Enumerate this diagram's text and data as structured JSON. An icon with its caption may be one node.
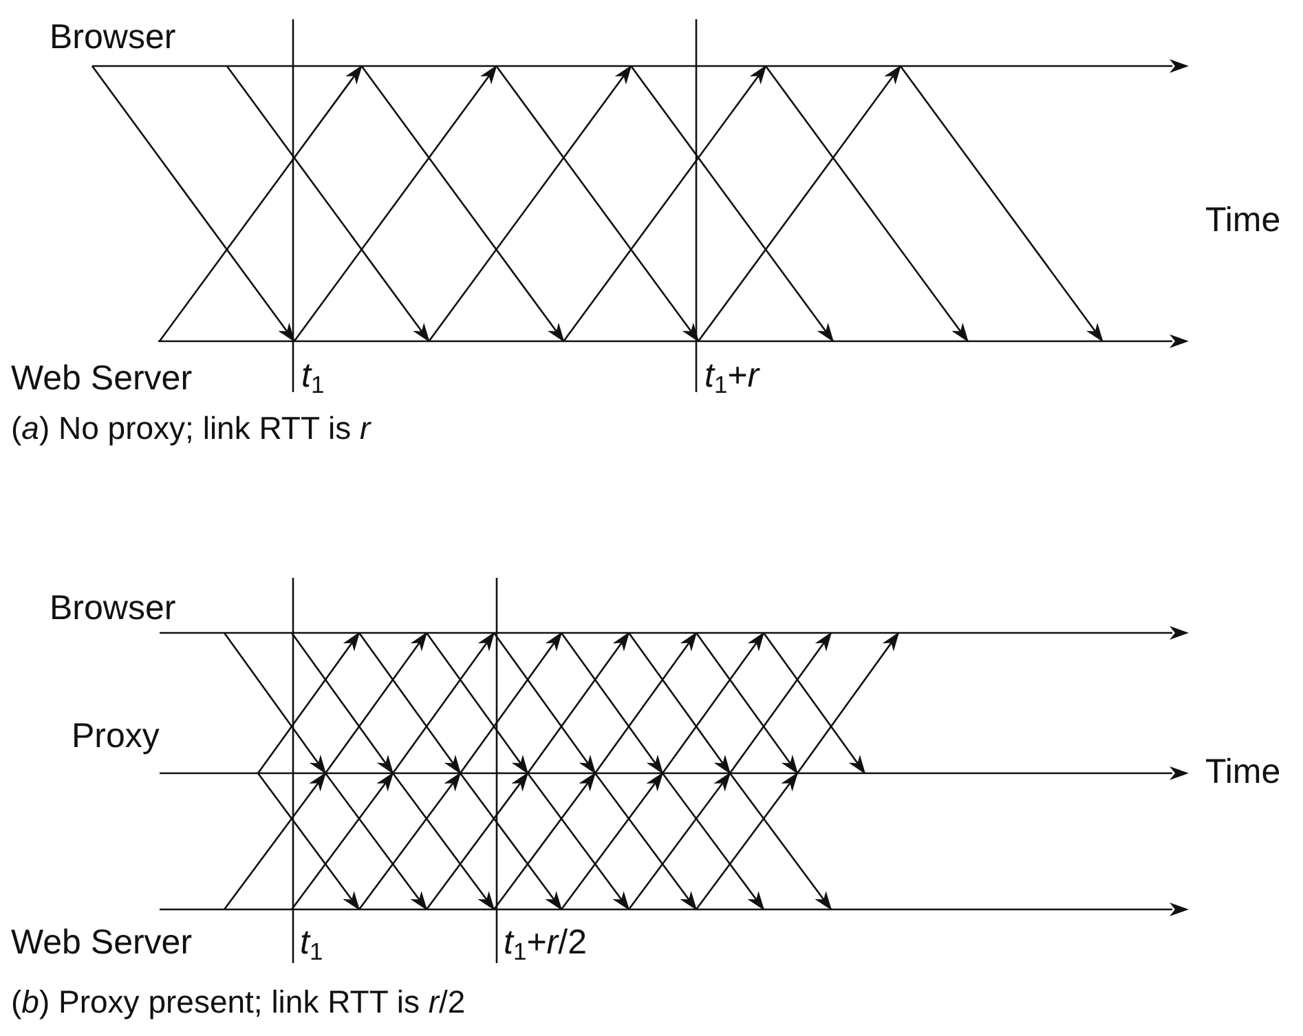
{
  "diagram": {
    "nodes": [
      {
        "text": [
          "Browser"
        ]
      },
      {
        "text": [
          "Web Server"
        ]
      },
      {
        "text": [
          "Browser"
        ]
      },
      {
        "text": [
          "Proxy"
        ]
      },
      {
        "text": [
          "Web Server"
        ]
      }
    ],
    "edges": [
      {
        "from": 0,
        "to": 1,
        "arrow": "to"
      },
      {
        "from": 0,
        "to": 1,
        "arrow": "to"
      },
      {
        "from": 0,
        "to": 1,
        "arrow": "to"
      },
      {
        "from": 0,
        "to": 1,
        "arrow": "to"
      },
      {
        "from": 0,
        "to": 1,
        "arrow": "to"
      },
      {
        "from": 0,
        "to": 1,
        "arrow": "to"
      },
      {
        "from": 0,
        "to": 1,
        "arrow": "to"
      },
      {
        "from": 1,
        "to": 0,
        "arrow": "to"
      },
      {
        "from": 1,
        "to": 0,
        "arrow": "to"
      },
      {
        "from": 1,
        "to": 0,
        "arrow": "to"
      },
      {
        "from": 1,
        "to": 0,
        "arrow": "to"
      },
      {
        "from": 1,
        "to": 0,
        "arrow": "to"
      },
      {
        "from": 2,
        "to": 3,
        "arrow": "to"
      },
      {
        "from": 2,
        "to": 3,
        "arrow": "to"
      },
      {
        "from": 2,
        "to": 3,
        "arrow": "to"
      },
      {
        "from": 2,
        "to": 3,
        "arrow": "to"
      },
      {
        "from": 2,
        "to": 3,
        "arrow": "to"
      },
      {
        "from": 2,
        "to": 3,
        "arrow": "to"
      },
      {
        "from": 2,
        "to": 3,
        "arrow": "to"
      },
      {
        "from": 2,
        "to": 3,
        "arrow": "to"
      },
      {
        "from": 2,
        "to": 3,
        "arrow": "to"
      },
      {
        "from": 3,
        "to": 2,
        "arrow": "to"
      },
      {
        "from": 3,
        "to": 2,
        "arrow": "to"
      },
      {
        "from": 3,
        "to": 2,
        "arrow": "to"
      },
      {
        "from": 3,
        "to": 2,
        "arrow": "to"
      },
      {
        "from": 3,
        "to": 2,
        "arrow": "to"
      },
      {
        "from": 3,
        "to": 2,
        "arrow": "to"
      },
      {
        "from": 3,
        "to": 2,
        "arrow": "to"
      },
      {
        "from": 3,
        "to": 2,
        "arrow": "to"
      },
      {
        "from": 3,
        "to": 2,
        "arrow": "to"
      },
      {
        "from": 3,
        "to": 4,
        "arrow": "to"
      },
      {
        "from": 3,
        "to": 4,
        "arrow": "to"
      },
      {
        "from": 3,
        "to": 4,
        "arrow": "to"
      },
      {
        "from": 3,
        "to": 4,
        "arrow": "to"
      },
      {
        "from": 3,
        "to": 4,
        "arrow": "to"
      },
      {
        "from": 3,
        "to": 4,
        "arrow": "to"
      },
      {
        "from": 3,
        "to": 4,
        "arrow": "to"
      },
      {
        "from": 3,
        "to": 4,
        "arrow": "to"
      },
      {
        "from": 4,
        "to": 3,
        "arrow": "to"
      },
      {
        "from": 4,
        "to": 3,
        "arrow": "to"
      },
      {
        "from": 4,
        "to": 3,
        "arrow": "to"
      },
      {
        "from": 4,
        "to": 3,
        "arrow": "to"
      },
      {
        "from": 4,
        "to": 3,
        "arrow": "to"
      },
      {
        "from": 4,
        "to": 3,
        "arrow": "to"
      },
      {
        "from": 4,
        "to": 3,
        "arrow": "to"
      },
      {
        "from": 4,
        "to": 3,
        "arrow": "to"
      }
    ],
    "labels": [
      "Time",
      "*t*$_{1}$",
      "*t*$_{1}$+*r*",
      "(*a*) No proxy; link RTT is *r*",
      "Time",
      "*t*$_{1}$",
      "*t*$_{1}$+*r*/2",
      "(*b*) Proxy present; link RTT is *r*/2"
    ]
  }
}
